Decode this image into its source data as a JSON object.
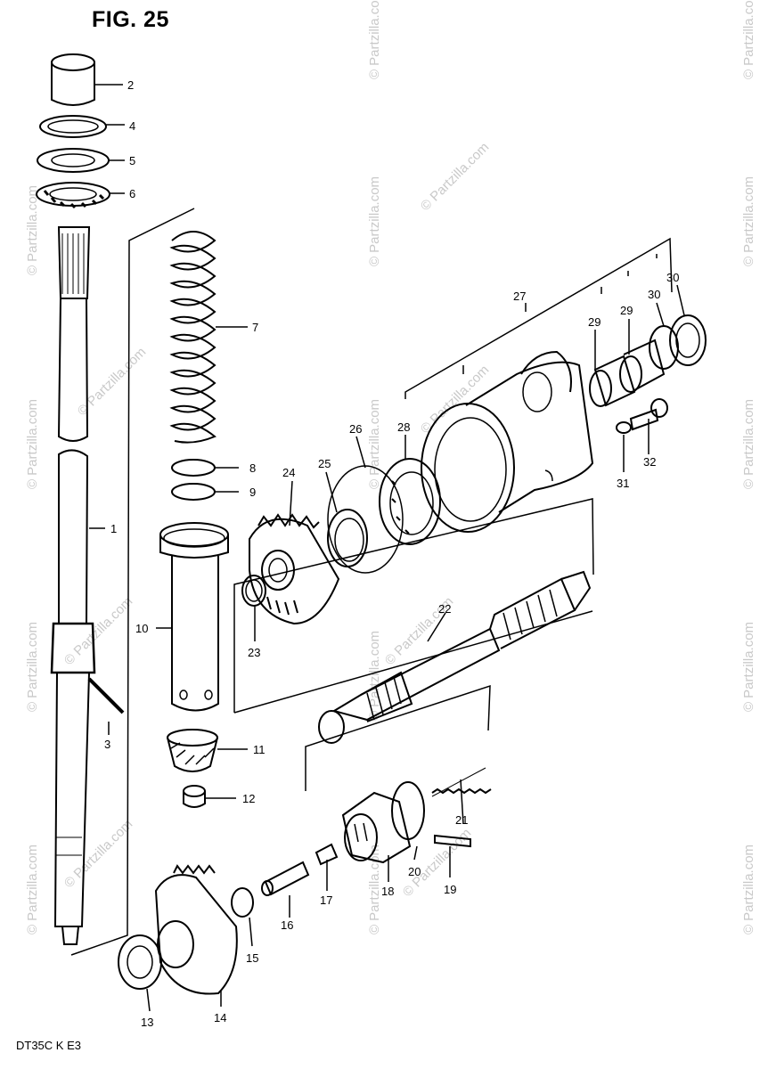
{
  "figure": {
    "title": "FIG. 25",
    "model_code": "DT35C K E3",
    "watermark": "© Partzilla.com"
  },
  "parts": [
    {
      "no": "1"
    },
    {
      "no": "2"
    },
    {
      "no": "3"
    },
    {
      "no": "4"
    },
    {
      "no": "5"
    },
    {
      "no": "6"
    },
    {
      "no": "7"
    },
    {
      "no": "8"
    },
    {
      "no": "9"
    },
    {
      "no": "10"
    },
    {
      "no": "11"
    },
    {
      "no": "12"
    },
    {
      "no": "13"
    },
    {
      "no": "14"
    },
    {
      "no": "15"
    },
    {
      "no": "16"
    },
    {
      "no": "17"
    },
    {
      "no": "18"
    },
    {
      "no": "19"
    },
    {
      "no": "20"
    },
    {
      "no": "21"
    },
    {
      "no": "22"
    },
    {
      "no": "23"
    },
    {
      "no": "24"
    },
    {
      "no": "25"
    },
    {
      "no": "26"
    },
    {
      "no": "27"
    },
    {
      "no": "28"
    },
    {
      "no": "29"
    },
    {
      "no": "29"
    },
    {
      "no": "30"
    },
    {
      "no": "30"
    },
    {
      "no": "31"
    },
    {
      "no": "32"
    }
  ]
}
